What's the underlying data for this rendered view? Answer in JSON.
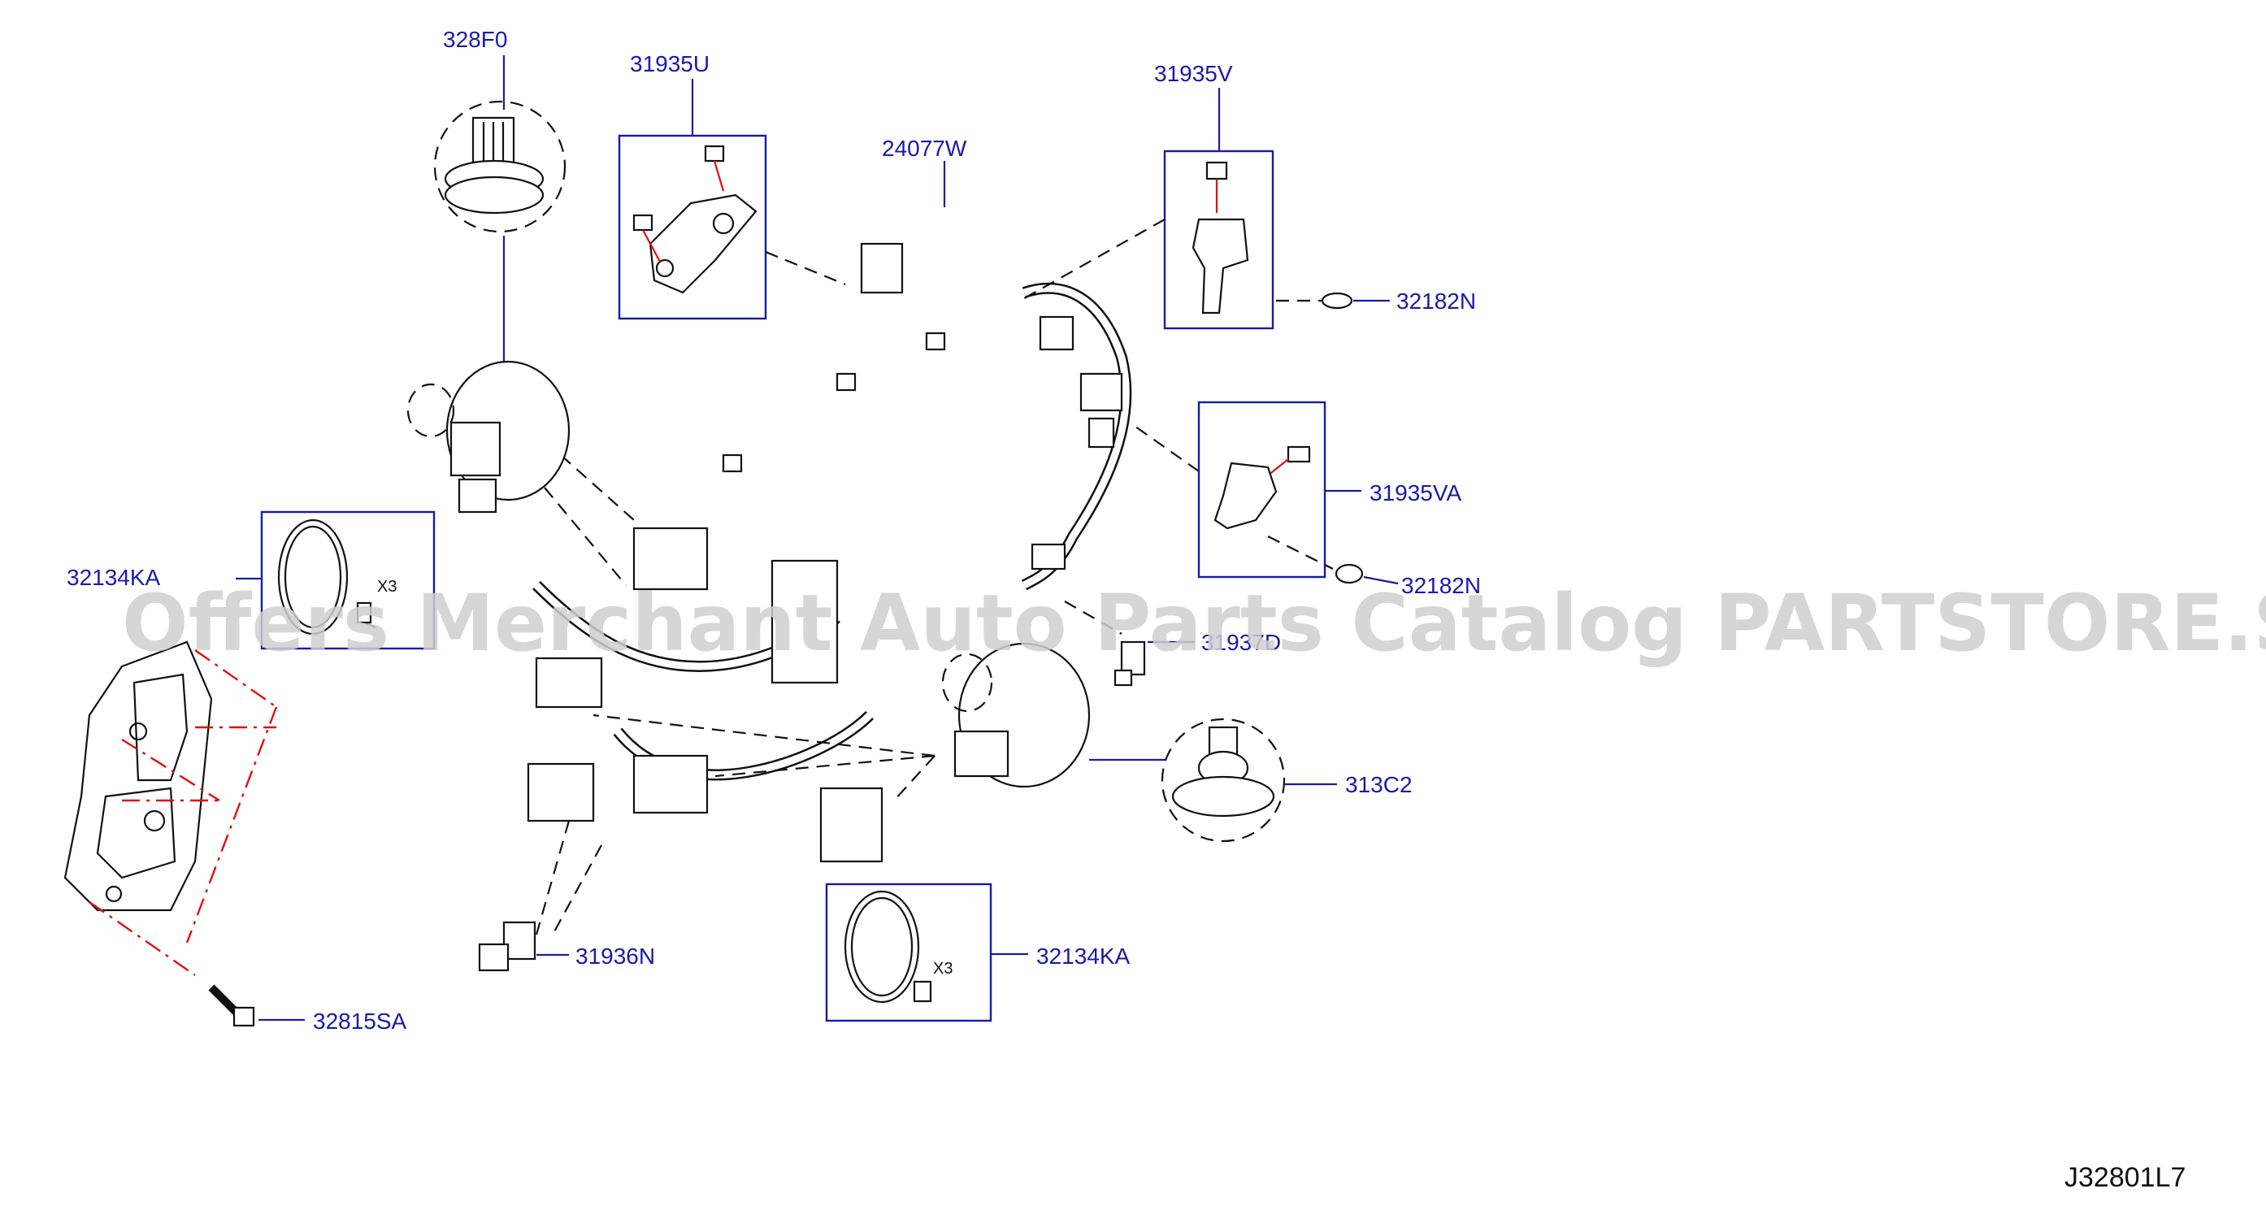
{
  "diagram": {
    "labels": {
      "p328F0": "328F0",
      "p31935U": "31935U",
      "p31935V": "31935V",
      "p24077W": "24077W",
      "p32182N_top": "32182N",
      "p31935VA": "31935VA",
      "p32182N_mid": "32182N",
      "p3193X": "31937D",
      "p32134KA_left": "32134KA",
      "p32134KA_right": "32134KA",
      "p313C2": "313C2",
      "p31936N": "31936N",
      "p32815SA": "32815SA",
      "qty_left": "X3",
      "qty_right": "X3"
    },
    "watermark": "Offers Merchant Auto Parts Catalog PARTSTORE.SA",
    "drawing_number": "J32801L7"
  },
  "colors": {
    "label": "#1a1aa8",
    "leader_red": "#e01010",
    "line": "#111111",
    "watermark": "#cfcfcf"
  }
}
